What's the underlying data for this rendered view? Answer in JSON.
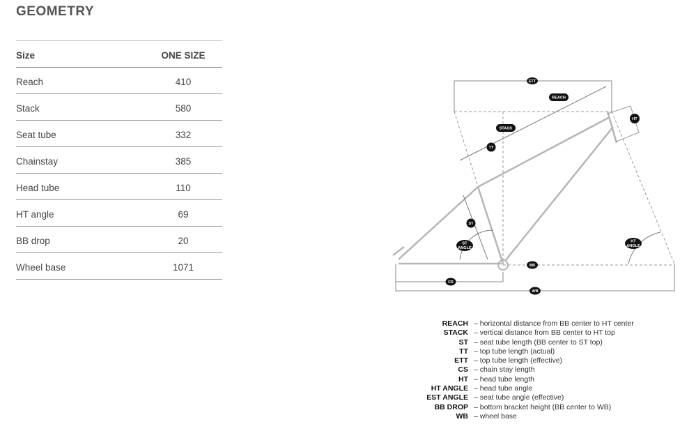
{
  "title": "GEOMETRY",
  "table": {
    "header": {
      "label": "Size",
      "value": "ONE SIZE"
    },
    "rows": [
      {
        "label": "Reach",
        "value": "410"
      },
      {
        "label": "Stack",
        "value": "580"
      },
      {
        "label": "Seat tube",
        "value": "332"
      },
      {
        "label": "Chainstay",
        "value": "385"
      },
      {
        "label": "Head tube",
        "value": "110"
      },
      {
        "label": "HT angle",
        "value": "69"
      },
      {
        "label": "BB drop",
        "value": "20"
      },
      {
        "label": "Wheel base",
        "value": "1071"
      }
    ]
  },
  "diagram": {
    "labels": {
      "ett": "ETT",
      "reach": "REACH",
      "stack": "STACK",
      "tt": "TT",
      "ht": "HT",
      "st": "ST",
      "st_angle_1": "ST",
      "st_angle_2": "ANGLE",
      "ht_angle_1": "HT",
      "ht_angle_2": "ANGLE",
      "bb": "BB",
      "cs": "CS",
      "wb": "WB"
    }
  },
  "legend": [
    {
      "key": "REACH",
      "desc": "– horizontal distance from BB center to HT center"
    },
    {
      "key": "STACK",
      "desc": "– vertical distance from BB center to HT top"
    },
    {
      "key": "ST",
      "desc": "– seat tube length (BB center to ST top)"
    },
    {
      "key": "TT",
      "desc": "– top tube length (actual)"
    },
    {
      "key": "ETT",
      "desc": "– top tube length (effective)"
    },
    {
      "key": "CS",
      "desc": "– chain stay length"
    },
    {
      "key": "HT",
      "desc": "– head tube length"
    },
    {
      "key": "HT ANGLE",
      "desc": "– head tube angle"
    },
    {
      "key": "EST ANGLE",
      "desc": "– seat tube angle (effective)"
    },
    {
      "key": "BB DROP",
      "desc": "– bottom bracket height (BB center to WB)"
    },
    {
      "key": "WB",
      "desc": "– wheel base"
    }
  ]
}
